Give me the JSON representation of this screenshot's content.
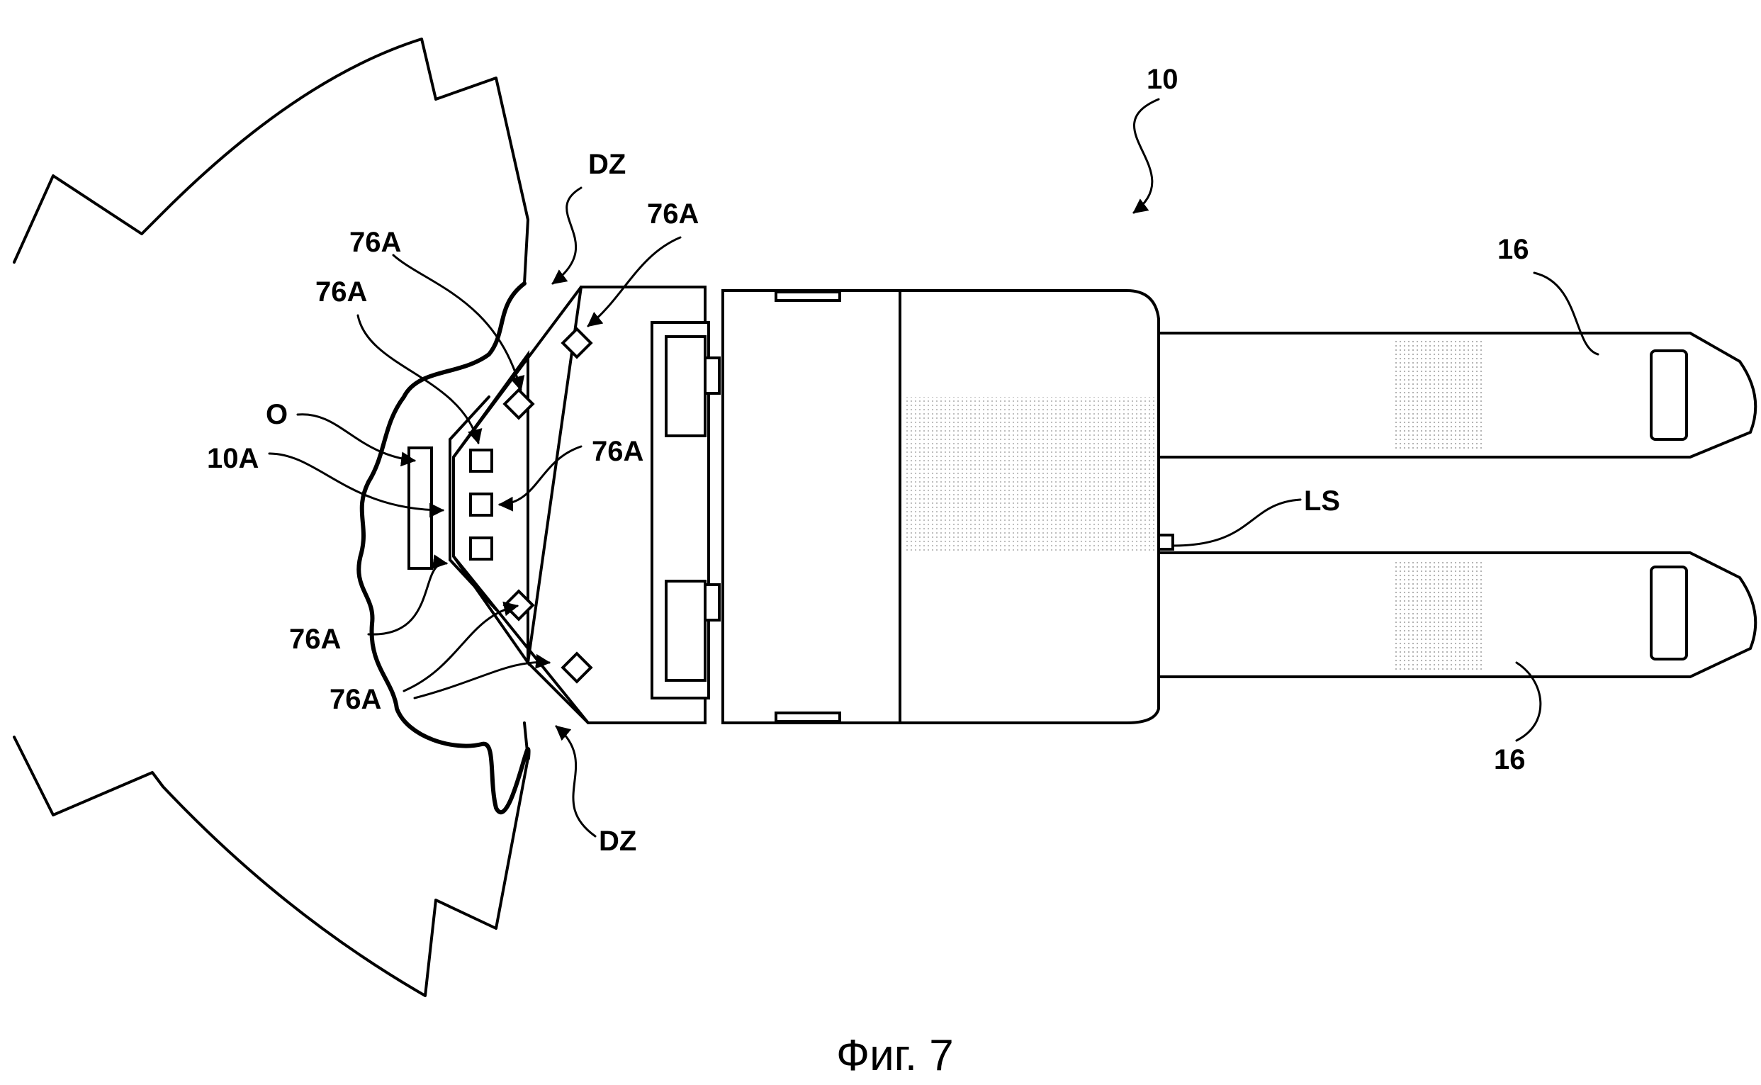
{
  "labels": {
    "ref_10": "10",
    "dz_top": "DZ",
    "dz_bottom": "DZ",
    "label_76a_1": "76A",
    "label_76a_2": "76A",
    "label_76a_3": "76A",
    "label_76a_4": "76A",
    "label_76a_5": "76A",
    "label_76a_6": "76A",
    "label_o": "O",
    "label_10a": "10A",
    "label_16_top": "16",
    "label_16_bottom": "16",
    "label_ls": "LS"
  },
  "caption": "Фиг. 7"
}
